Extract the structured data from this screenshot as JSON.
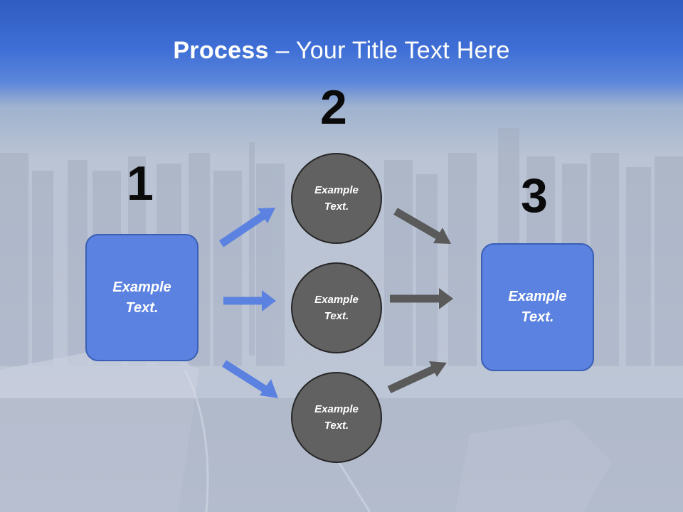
{
  "title": {
    "bold": "Process",
    "dash": " – ",
    "rest": "Your Title Text Here"
  },
  "steps": {
    "one": {
      "number": "1",
      "text": "Example\nText."
    },
    "two": {
      "number": "2",
      "circles": [
        "Example\nText.",
        "Example\nText.",
        "Example\nText."
      ]
    },
    "three": {
      "number": "3",
      "text": "Example\nText."
    }
  },
  "colors": {
    "box_fill": "#5b82e0",
    "circle_fill": "#616161",
    "blue_arrow": "#5b82e0",
    "gray_arrow": "#5a5a5a",
    "sky": "#3f6fd6"
  }
}
